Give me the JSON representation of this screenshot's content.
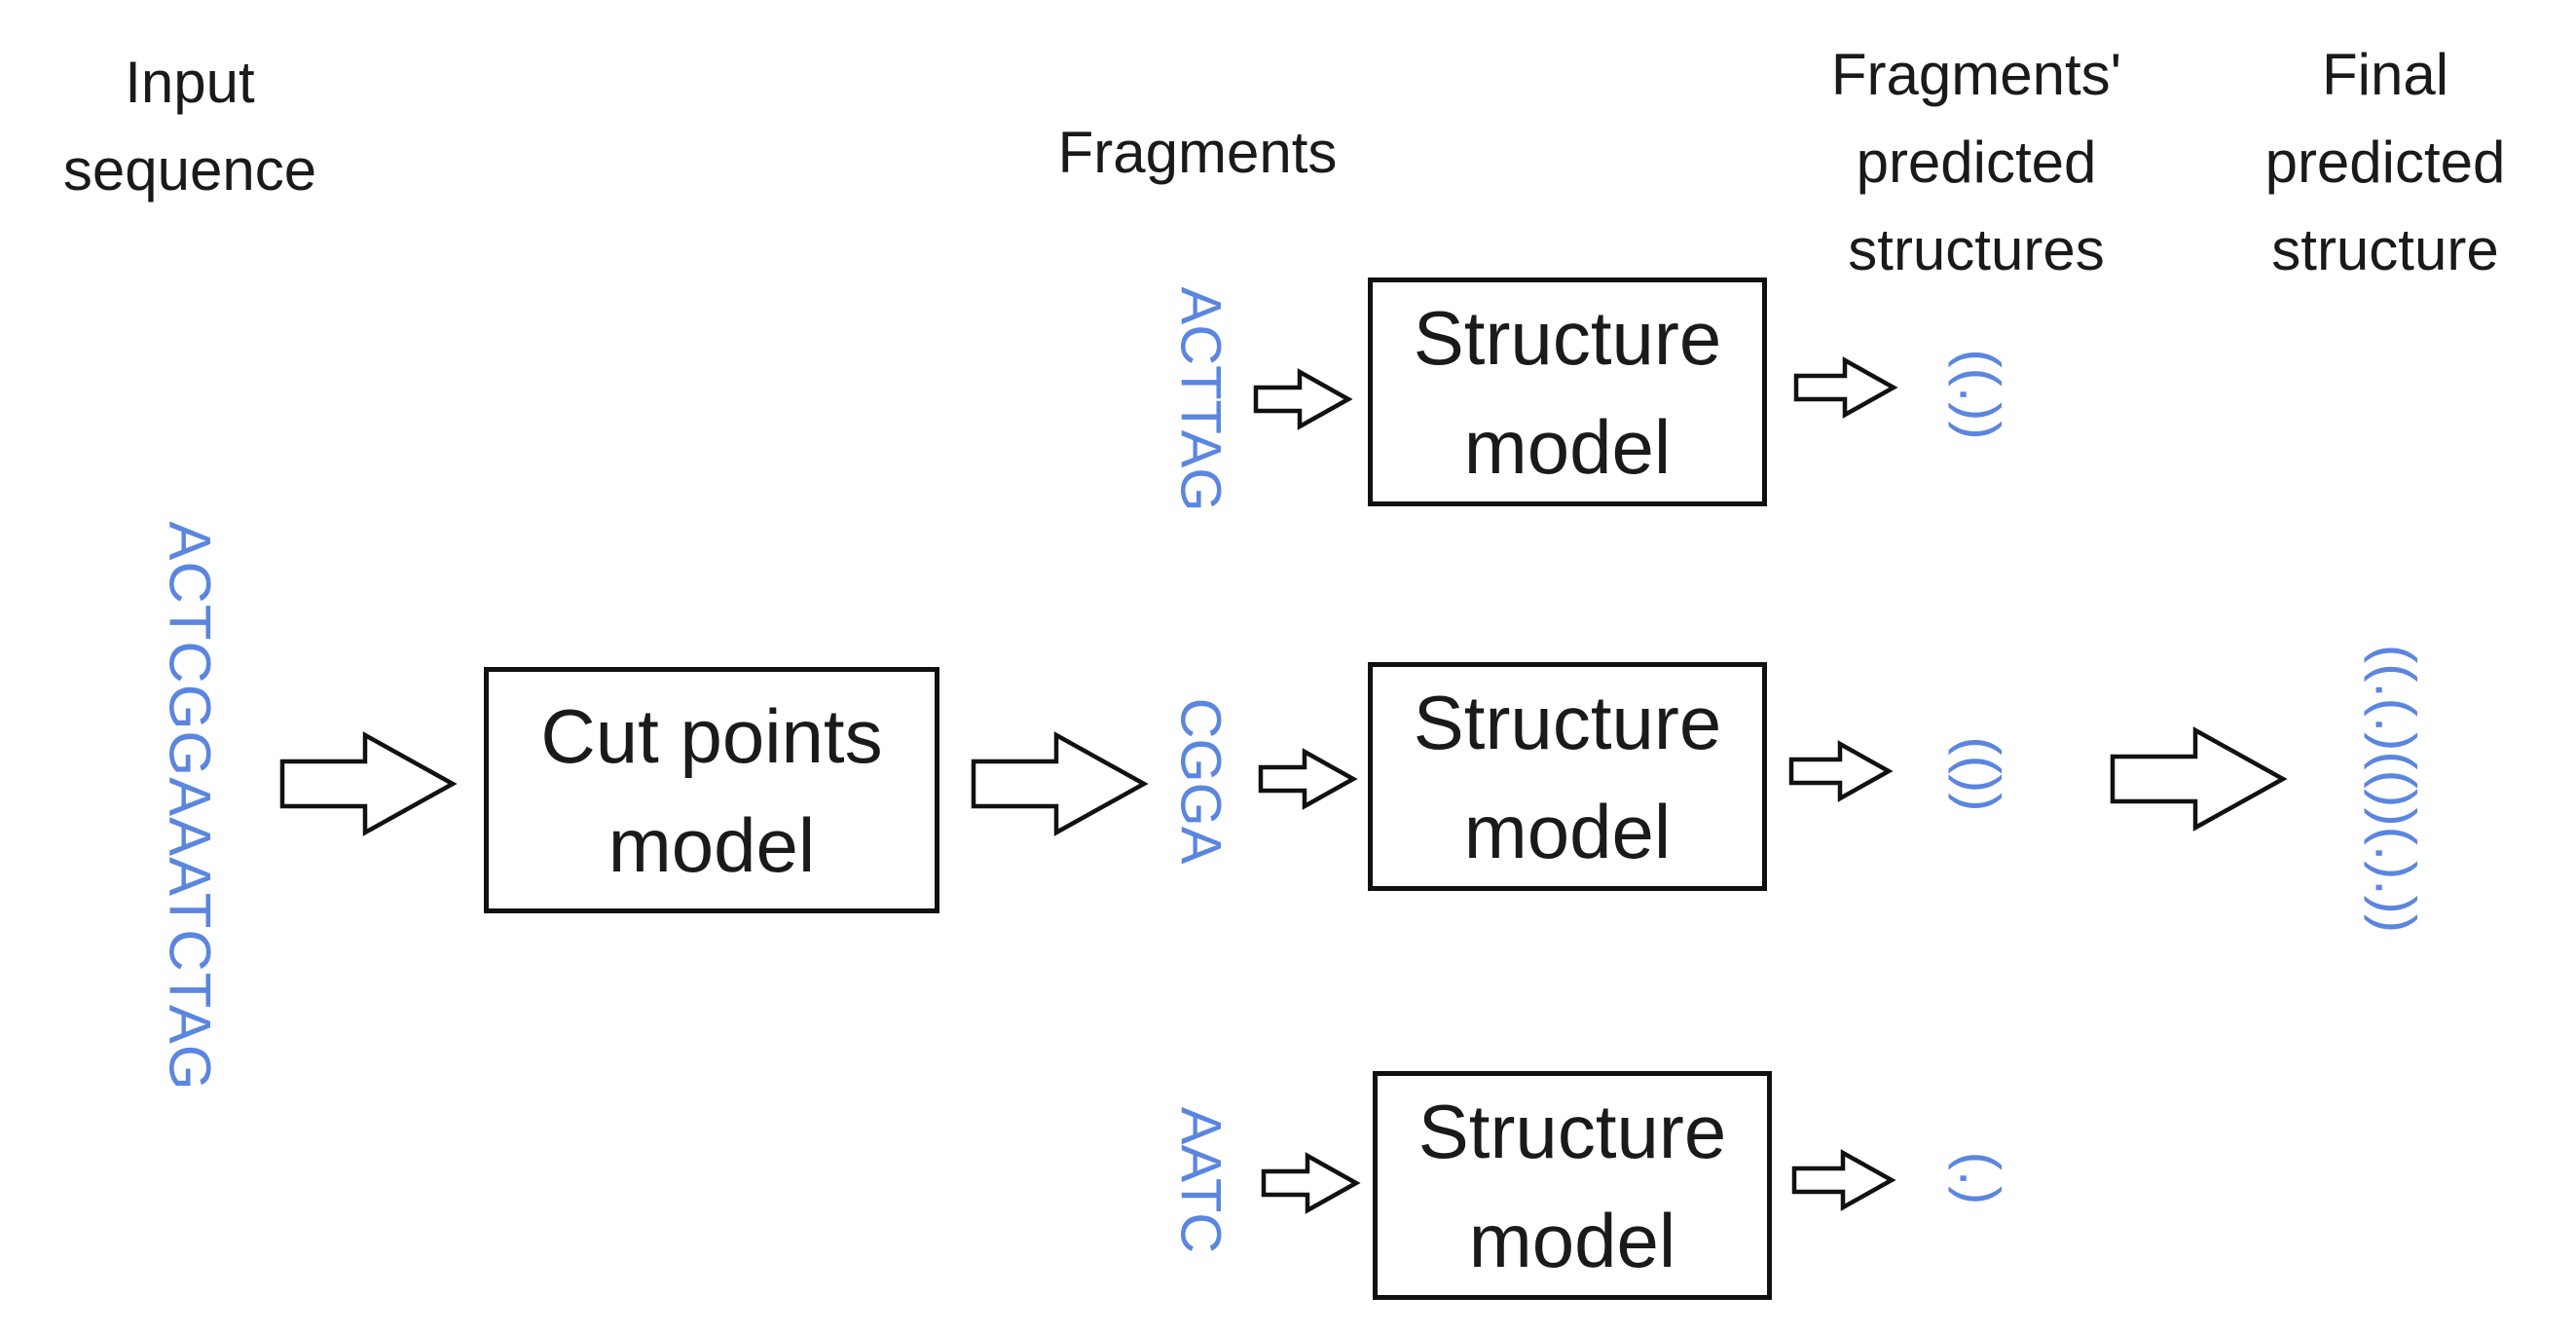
{
  "headers": {
    "input": [
      "Input",
      "sequence"
    ],
    "fragments": [
      "Fragments"
    ],
    "fragment_structures": [
      "Fragments'",
      "predicted",
      "structures"
    ],
    "final": [
      "Final",
      "predicted",
      "structure"
    ]
  },
  "input_sequence": "ACTCGGAAATCTAG",
  "cut_model": [
    "Cut points",
    "model"
  ],
  "rows": [
    {
      "fragment": "ACTTAG",
      "model": [
        "Structure",
        "model"
      ],
      "structure": "((.))"
    },
    {
      "fragment": "CGGA",
      "model": [
        "Structure",
        "model"
      ],
      "structure": "(())"
    },
    {
      "fragment": "AATC",
      "model": [
        "Structure",
        "model"
      ],
      "structure": "(.)"
    }
  ],
  "final_structure": "((.(.)(())(.).))",
  "colors": {
    "sequence_text": "#5b86e0",
    "stroke": "#111111"
  }
}
